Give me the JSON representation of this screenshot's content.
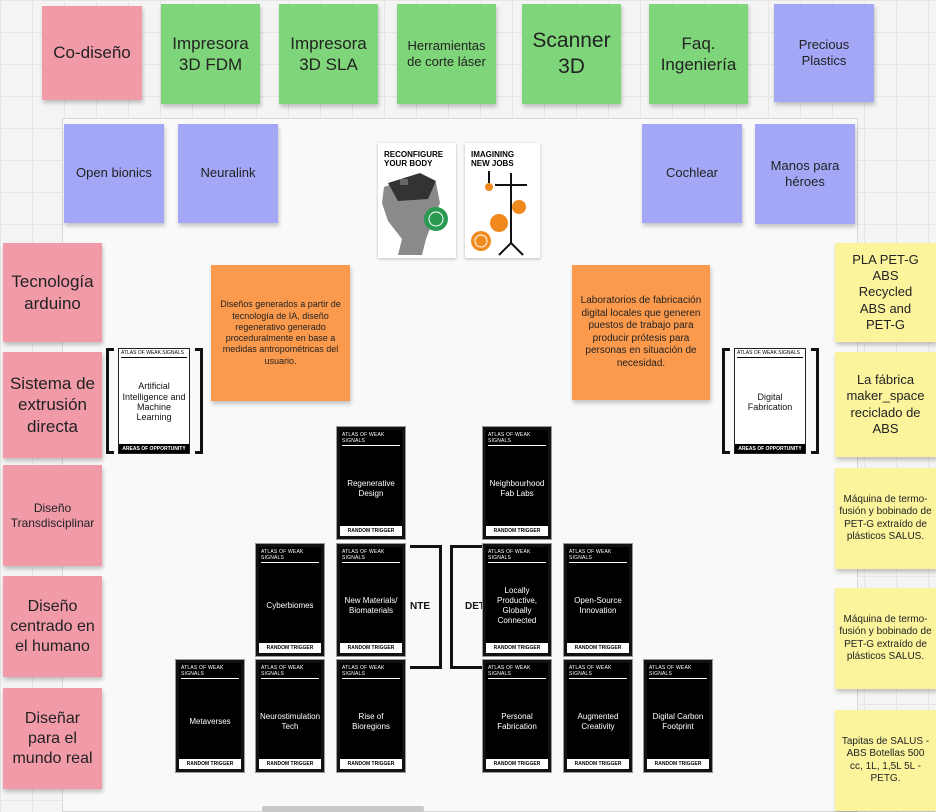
{
  "top_row": [
    {
      "text": "Co-diseño",
      "color": "#f19aa8"
    },
    {
      "text": "Impresora 3D FDM",
      "color": "#7fd57a"
    },
    {
      "text": "Impresora 3D SLA",
      "color": "#7fd57a"
    },
    {
      "text": "Herramientas de corte láser",
      "color": "#7fd57a"
    },
    {
      "text": "Scanner 3D",
      "color": "#7fd57a"
    },
    {
      "text": "Faq. Ingeniería",
      "color": "#7fd57a"
    },
    {
      "text": "Precious Plastics",
      "color": "#a3a7f6"
    }
  ],
  "purple_notes": [
    "Open bionics",
    "Neuralink",
    "Cochlear",
    "Manos para héroes"
  ],
  "left_column": [
    "Tecnología arduino",
    "Sistema de extrusión directa",
    "Diseño Transdisciplinar",
    "Diseño centrado en el humano",
    "Diseñar para el mundo real"
  ],
  "right_column": [
    "PLA PET-G ABS Recycled ABS and PET-G",
    "La fábrica maker_space reciclado de ABS",
    "Máquina de termo-fusión y bobinado de PET-G extraído de plásticos SALUS.",
    "Máquina de termo-fusión y bobinado de PET-G extraído de plásticos SALUS.",
    "Tapitas de SALUS - ABS Botellas 500 cc, 1L, 1,5L 5L -PETG."
  ],
  "orange_notes": [
    "Diseños generados a partir de tecnología de IA, diseño regenerativo generado proceduralmente en base a medidas antropométricas del usuario.",
    "Laboratorios de fabricación digital locales que generen puestos de trabajo para producir prótesis para personas en situación de necesidad."
  ],
  "posters": [
    {
      "title": "RECONFIGURE YOUR BODY"
    },
    {
      "title": "IMAGINING NEW JOBS"
    }
  ],
  "card_common": {
    "header": "ATLAS OF WEAK SIGNALS",
    "footer": "RANDOM TRIGGER",
    "opportunity_footer": "AREAS OF OPPORTUNITY"
  },
  "white_cards": [
    "Artificial Intelligence and Machine Learning",
    "Digital Fabrication"
  ],
  "black_cards": [
    "Regenerative Design",
    "Neighbourhood Fab Labs",
    "Cyberbiomes",
    "New Materials/ Biomaterials",
    "Locally Productive, Globally Connected",
    "Open-Source Innovation",
    "Metaverses",
    "Neurostimulation Tech",
    "Rise of Bioregions",
    "Personal Fabrication",
    "Augmented Creativity",
    "Digital Carbon Footprint"
  ],
  "mid_labels": [
    "NTE",
    "DET"
  ]
}
